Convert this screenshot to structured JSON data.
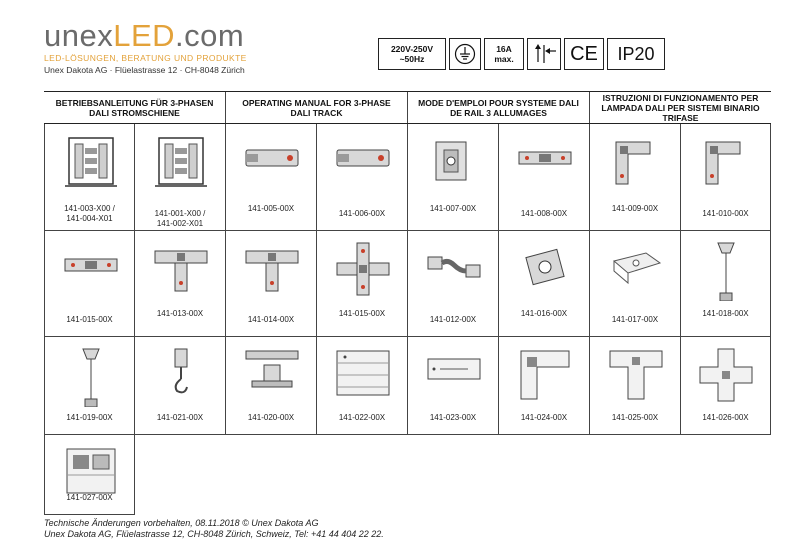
{
  "brand": {
    "name_part1": "unex",
    "name_part2": "LED",
    "name_part3": ".com",
    "tagline": "LED-LÖSUNGEN, BERATUNG UND PRODUKTE",
    "address": "Unex Dakota AG · Flüelastrasse 12 · CH-8048 Zürich",
    "colors": {
      "accent": "#e3a23a",
      "gray": "#6b6b6b"
    }
  },
  "specs": {
    "voltage": "220V-250V",
    "frequency": "~50Hz",
    "ground_icon": "ground-icon",
    "current": "16A",
    "current_note": "max.",
    "install_icon": "direction-arrows-icon",
    "ce": "CE",
    "ip": "IP20"
  },
  "headers": [
    "BETRIEBSANLEITUNG FÜR 3-PHASEN DALI STROMSCHIENE",
    "OPERATING MANUAL FOR 3-PHASE DALI TRACK",
    "MODE D'EMPLOI POUR SYSTEME DALI DE RAIL 3 ALLUMAGES",
    "ISTRUZIONI DI FUNZIONAMENTO PER LAMPADA DALI PER SISTEMI BINARIO TRIFASE"
  ],
  "products": [
    {
      "label": "141-003-X00 /\n141-004-X01",
      "icon": "track-profile-icon"
    },
    {
      "label": "141-001-X00 /\n141-002-X01",
      "icon": "track-profile-icon"
    },
    {
      "label": "141-005-00X",
      "icon": "end-feed-icon"
    },
    {
      "label": "141-006-00X",
      "icon": "end-feed-icon"
    },
    {
      "label": "141-007-00X",
      "icon": "end-cap-icon"
    },
    {
      "label": "141-008-00X",
      "icon": "straight-connector-icon"
    },
    {
      "label": "141-009-00X",
      "icon": "l-connector-icon"
    },
    {
      "label": "141-010-00X",
      "icon": "l-connector-icon"
    },
    {
      "label": "141-015-00X",
      "icon": "straight-connector-icon"
    },
    {
      "label": "141-013-00X",
      "icon": "t-connector-icon"
    },
    {
      "label": "141-014-00X",
      "icon": "t-connector-icon"
    },
    {
      "label": "141-015-00X",
      "icon": "x-connector-icon"
    },
    {
      "label": "141-012-00X",
      "icon": "flexible-connector-icon"
    },
    {
      "label": "141-016-00X",
      "icon": "suspension-plate-icon"
    },
    {
      "label": "141-017-00X",
      "icon": "mounting-clip-icon"
    },
    {
      "label": "141-018-00X",
      "icon": "pendant-suspension-icon"
    },
    {
      "label": "141-019-00X",
      "icon": "pendant-suspension-icon"
    },
    {
      "label": "141-021-00X",
      "icon": "hook-hanger-icon"
    },
    {
      "label": "141-020-00X",
      "icon": "ceiling-bracket-icon"
    },
    {
      "label": "141-022-00X",
      "icon": "cover-plate-icon"
    },
    {
      "label": "141-023-00X",
      "icon": "cover-strip-icon"
    },
    {
      "label": "141-024-00X",
      "icon": "l-cover-icon"
    },
    {
      "label": "141-025-00X",
      "icon": "t-cover-icon"
    },
    {
      "label": "141-026-00X",
      "icon": "x-cover-icon"
    },
    {
      "label": "141-027-00X",
      "icon": "junction-box-icon"
    }
  ],
  "footer": {
    "line1": "Technische Änderungen vorbehalten, 08.11.2018 © Unex Dakota AG",
    "line2": "Unex Dakota AG, Flüelastrasse 12, CH-8048 Zürich, Schweiz, Tel: +41 44 404 22 22."
  }
}
